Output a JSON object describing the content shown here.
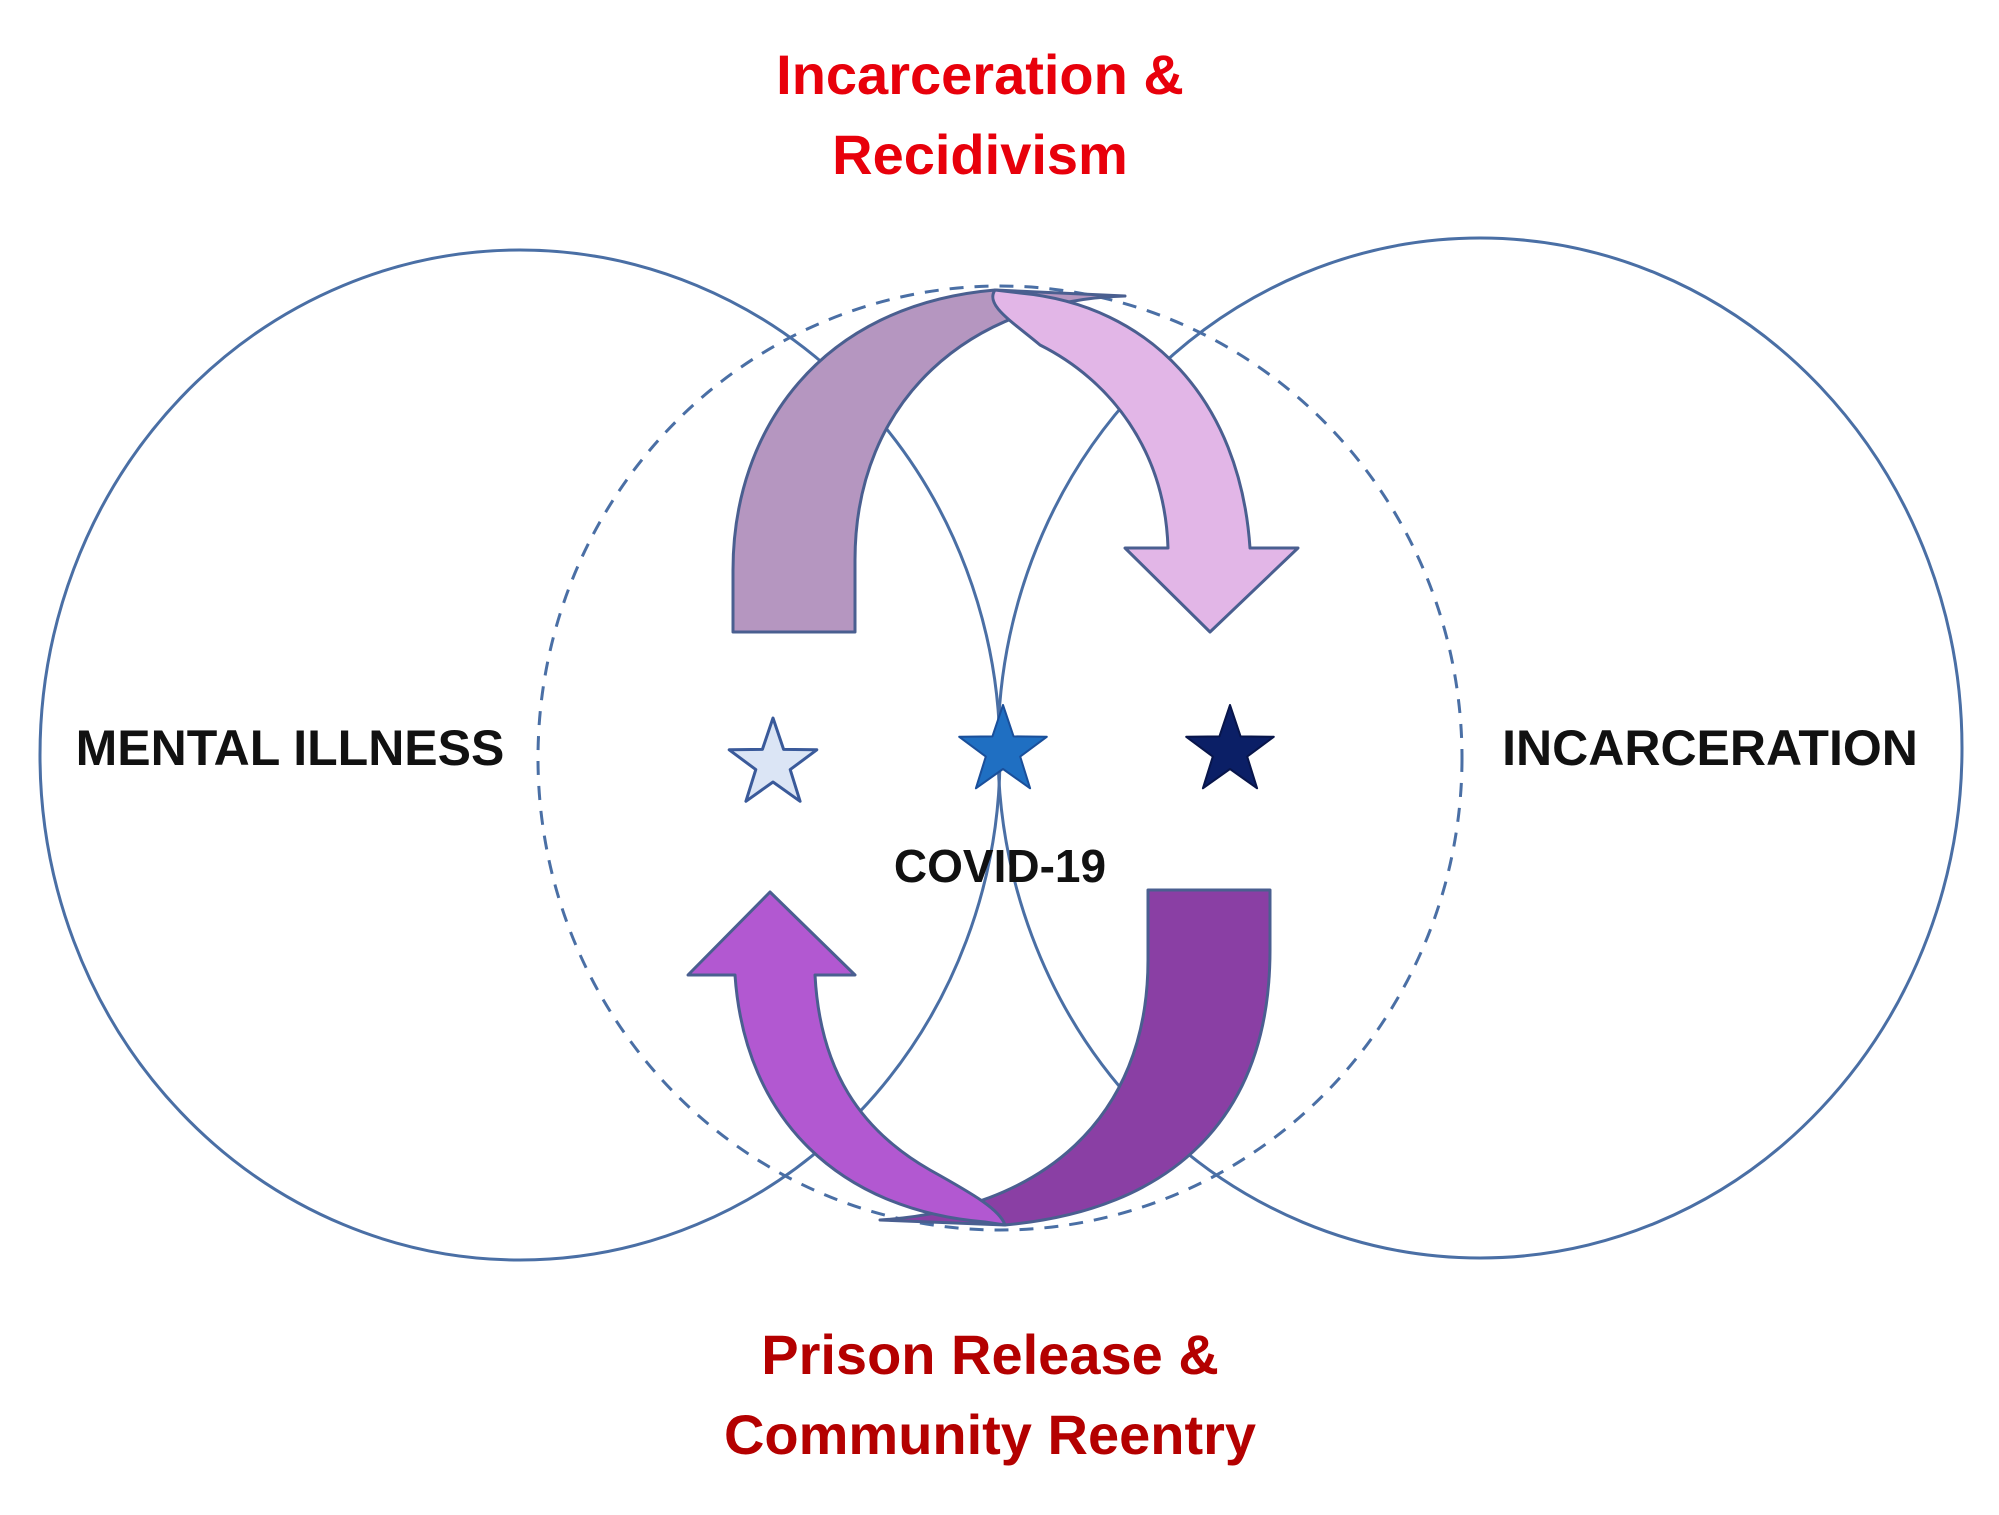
{
  "top_label": {
    "line1": "Incarceration &",
    "line2": "Recidivism"
  },
  "bottom_label": {
    "line1": "Prison Release &",
    "line2": "Community Reentry"
  },
  "left_circle_label": "MENTAL ILLNESS",
  "right_circle_label": "INCARCERATION",
  "center_label": "COVID-19",
  "colors": {
    "top_label": "#e8000b",
    "bottom_label": "#b40000",
    "circle_stroke": "#4a6fa5",
    "star_light": "#dbe5f5",
    "star_mid": "#1f6fc2",
    "star_dark": "#0b1f66",
    "arrow_top_left": "#b596c0",
    "arrow_top_right": "#e2b6e7",
    "arrow_bottom_left": "#b258d1",
    "arrow_bottom_right": "#8a3fa4"
  }
}
